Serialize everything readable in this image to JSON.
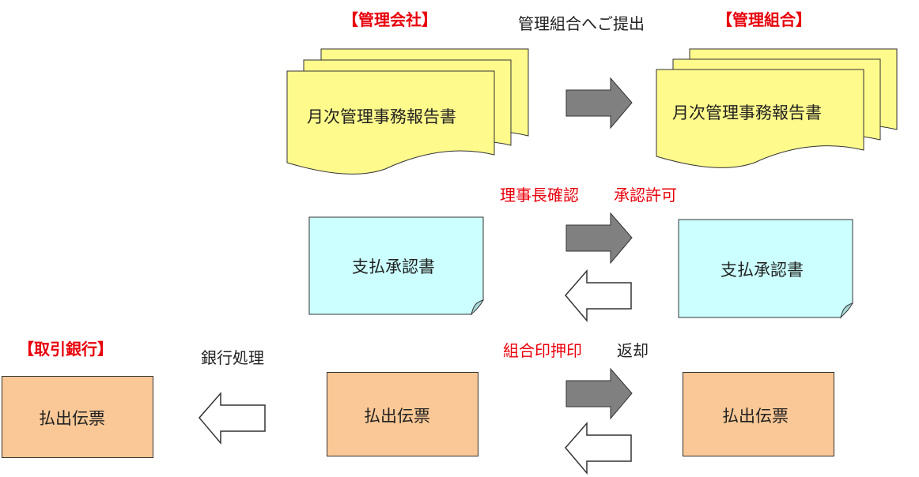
{
  "headings": {
    "management_company": "【管理会社】",
    "management_association": "【管理組合】",
    "bank": "【取引銀行】"
  },
  "notes": {
    "submit": "管理組合へご提出",
    "chairman_confirm": "理事長確認",
    "approval": "承認許可",
    "seal": "組合印押印",
    "return": "返却",
    "bank_processing": "銀行処理"
  },
  "documents": {
    "monthly_report_left": "月次管理事務報告書",
    "monthly_report_right": "月次管理事務報告書",
    "payment_approval_left": "支払承認書",
    "payment_approval_right": "支払承認書",
    "payment_slip_bank": "払出伝票",
    "payment_slip_company": "払出伝票",
    "payment_slip_association": "払出伝票"
  },
  "colors": {
    "report": "#fffa8c",
    "approval": "#ccffff",
    "slip": "#fac896",
    "arrow_fill": "#808080",
    "heading_red": "#e8000b"
  }
}
